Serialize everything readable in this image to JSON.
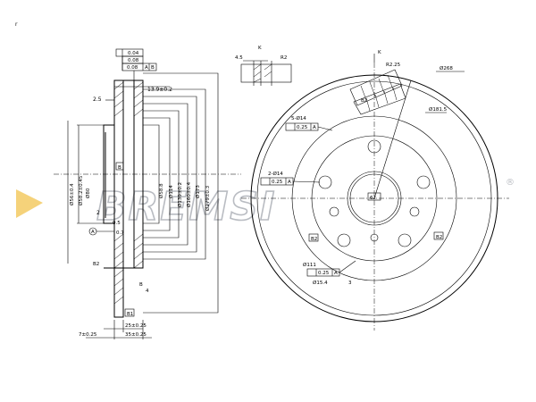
{
  "corner_mark": "r",
  "watermark": {
    "text": "BREMSI",
    "registered": "®",
    "arrow_color": "#f5d27a",
    "stroke_color": "#b9bcc2"
  },
  "side_view": {
    "tolerance_block": [
      "0.04",
      "0.08",
      "0.08",
      "A",
      "B"
    ],
    "top_dims": [
      "2.5",
      "13.9±0.2"
    ],
    "vertical_dims": [
      "Ø56±0.4",
      "Ø58.2±0.45",
      "Ø80",
      "Ø58.8",
      "Ø114",
      "Ø139±0.2",
      "Ø160±0.4",
      "Ø173",
      "Ø279±0.3"
    ],
    "left_labels": [
      "2",
      "A",
      "0.5",
      "0.7",
      "B2"
    ],
    "bottom_dims": [
      "7±0.25",
      "25±0.25",
      "35±0.25"
    ],
    "small_labels": [
      "4",
      "B",
      "B",
      "B1"
    ]
  },
  "detail_k": {
    "view_label": "K",
    "dims": [
      "4.5",
      "R2"
    ]
  },
  "front_view": {
    "view_label": "K",
    "dims": [
      "R2.25",
      "Ø268",
      "Ø181.5"
    ],
    "hole_callouts": [
      {
        "count": "5-Ø14",
        "tol": "0.25",
        "datum": "A"
      },
      {
        "count": "2-Ø14",
        "tol": "0.25",
        "datum": "A"
      }
    ],
    "center_callouts": [
      {
        "dia": "Ø111",
        "tol": "0.25",
        "datum": "A"
      },
      {
        "dia": "Ø15.4",
        "tol": "3"
      }
    ],
    "marks": [
      "62",
      "B2",
      "B2",
      "B2"
    ]
  }
}
